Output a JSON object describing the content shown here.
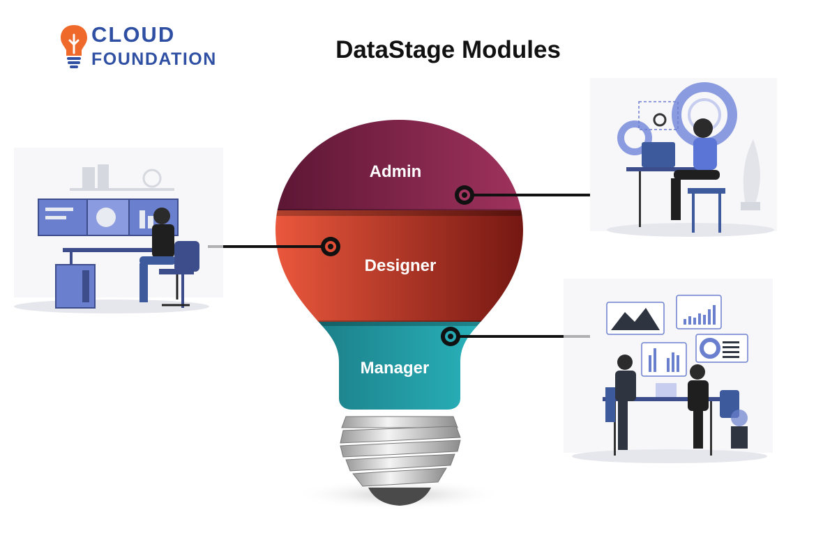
{
  "logo": {
    "line1": "CLOUD",
    "line2": "FOUNDATION",
    "color_primary": "#2f4fa3",
    "color_accent": "#ef6a2a"
  },
  "title": "DataStage Modules",
  "modules": [
    {
      "label": "Admin",
      "color_light": "#a3345f",
      "color_dark": "#5a1533"
    },
    {
      "label": "Designer",
      "color_light": "#ef5a3e",
      "color_dark": "#6e1410"
    },
    {
      "label": "Manager",
      "color_light": "#2ec3cc",
      "color_dark": "#176f78"
    }
  ],
  "colors": {
    "connector": "#111111",
    "illustration_accent": "#6b7fcf",
    "illustration_light": "#e9ebf2"
  }
}
